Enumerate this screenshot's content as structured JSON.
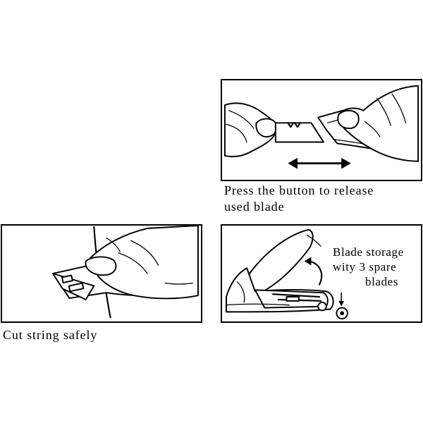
{
  "panels": [
    {
      "id": "release",
      "caption_lines": [
        "Press the button to release",
        "used blade"
      ]
    },
    {
      "id": "cut",
      "caption_lines": [
        "Cut string safely"
      ]
    },
    {
      "id": "storage",
      "caption_lines": [
        "Blade storage",
        "wity 3 spare",
        "blades"
      ]
    }
  ],
  "icons": {
    "release_arrow": "double-headed-arrow",
    "storage_arrow": "curved-arrow",
    "button_pointer": "down-arrow"
  }
}
